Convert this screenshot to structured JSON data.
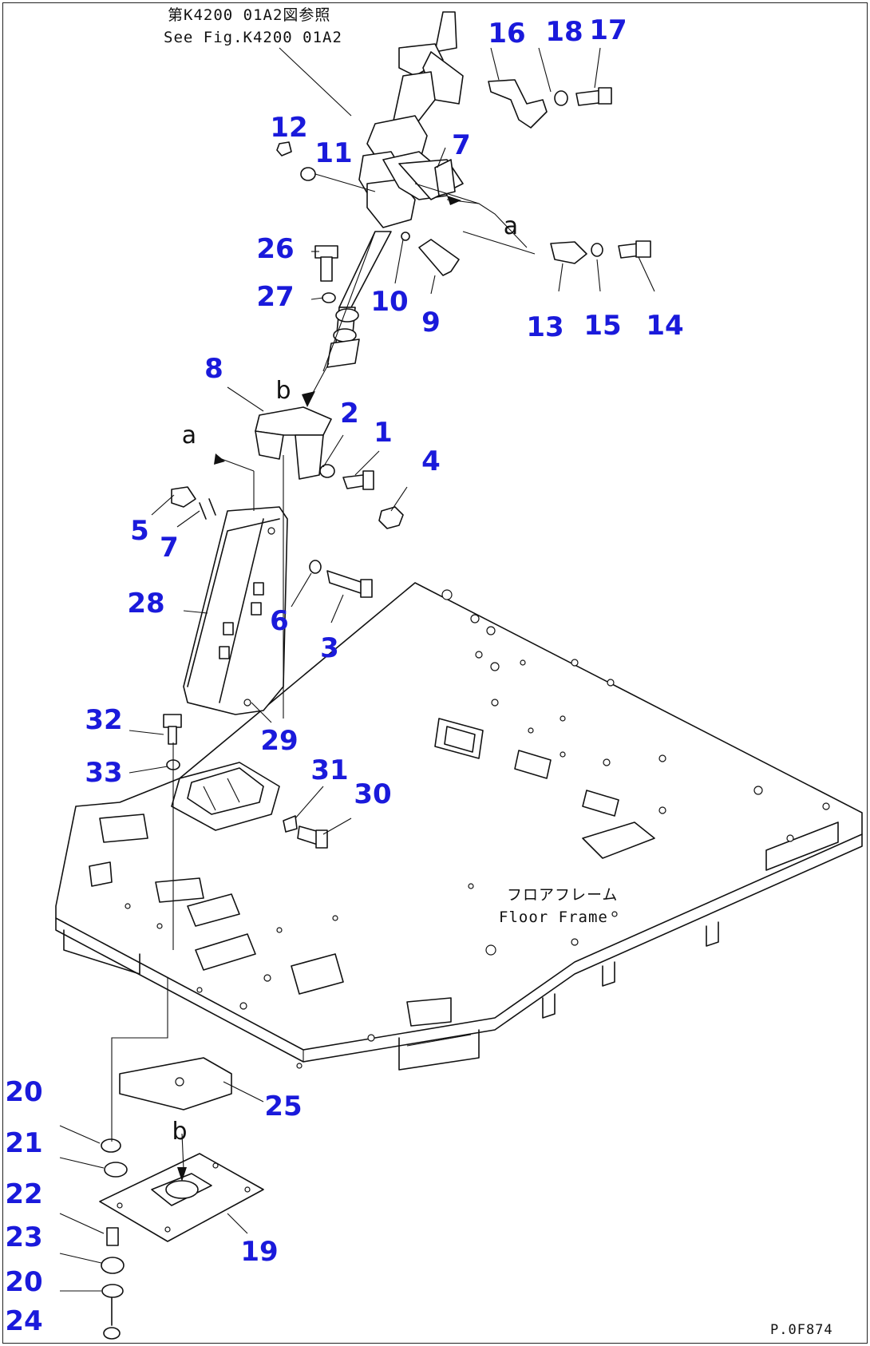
{
  "reference_note": {
    "jp": "第K4200 01A2図参照",
    "en": "See Fig.K4200 01A2"
  },
  "floor_frame_label": {
    "jp": "フロアフレーム",
    "en": "Floor Frame"
  },
  "arrow_labels": {
    "a_top": "a",
    "a_left": "a",
    "b_top": "b",
    "b_bottom": "b"
  },
  "page_code": "P.0F874",
  "callouts": [
    {
      "id": "c16",
      "label": "16"
    },
    {
      "id": "c18",
      "label": "18"
    },
    {
      "id": "c17",
      "label": "17"
    },
    {
      "id": "c12",
      "label": "12"
    },
    {
      "id": "c11",
      "label": "11"
    },
    {
      "id": "c7a",
      "label": "7"
    },
    {
      "id": "c26",
      "label": "26"
    },
    {
      "id": "c27",
      "label": "27"
    },
    {
      "id": "c10",
      "label": "10"
    },
    {
      "id": "c9",
      "label": "9"
    },
    {
      "id": "c13",
      "label": "13"
    },
    {
      "id": "c15",
      "label": "15"
    },
    {
      "id": "c14",
      "label": "14"
    },
    {
      "id": "c8",
      "label": "8"
    },
    {
      "id": "c2",
      "label": "2"
    },
    {
      "id": "c1",
      "label": "1"
    },
    {
      "id": "c4",
      "label": "4"
    },
    {
      "id": "c5",
      "label": "5"
    },
    {
      "id": "c7b",
      "label": "7"
    },
    {
      "id": "c28",
      "label": "28"
    },
    {
      "id": "c6",
      "label": "6"
    },
    {
      "id": "c3",
      "label": "3"
    },
    {
      "id": "c32",
      "label": "32"
    },
    {
      "id": "c29",
      "label": "29"
    },
    {
      "id": "c33",
      "label": "33"
    },
    {
      "id": "c31",
      "label": "31"
    },
    {
      "id": "c30",
      "label": "30"
    },
    {
      "id": "c25",
      "label": "25"
    },
    {
      "id": "c20a",
      "label": "20"
    },
    {
      "id": "c21",
      "label": "21"
    },
    {
      "id": "c22",
      "label": "22"
    },
    {
      "id": "c19",
      "label": "19"
    },
    {
      "id": "c23",
      "label": "23"
    },
    {
      "id": "c20b",
      "label": "20"
    },
    {
      "id": "c24",
      "label": "24"
    }
  ]
}
